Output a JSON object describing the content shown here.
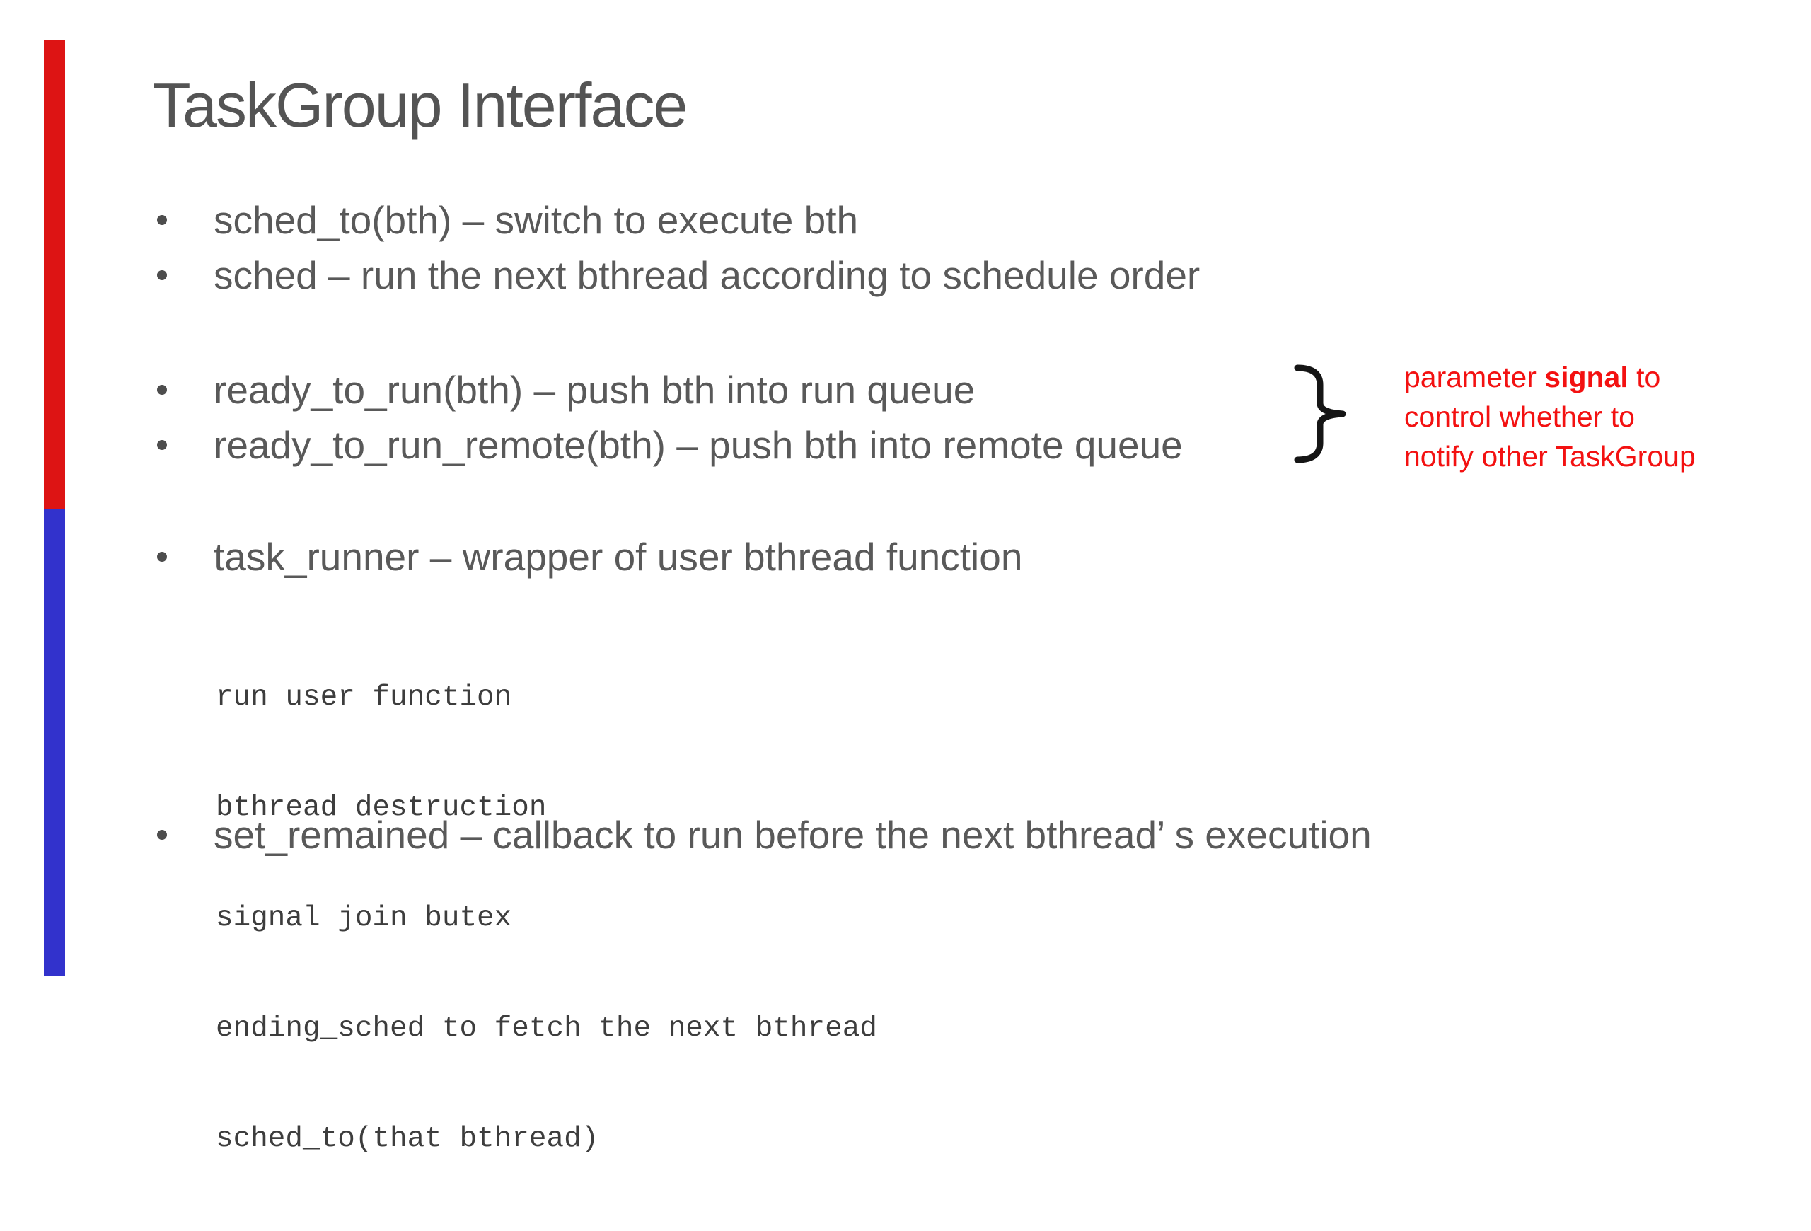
{
  "slide": {
    "title": "TaskGroup Interface",
    "bullet_groups": [
      {
        "items": [
          "sched_to(bth) – switch to execute bth",
          "sched – run the next bthread according to schedule order"
        ]
      },
      {
        "items": [
          "ready_to_run(bth) – push bth into run queue",
          "ready_to_run_remote(bth) – push bth into remote queue"
        ]
      },
      {
        "items": [
          "task_runner – wrapper of user bthread function"
        ]
      },
      {
        "items": [
          "set_remained – callback to run before the next bthread’ s execution"
        ]
      }
    ],
    "code_lines": [
      "run user function",
      "bthread destruction",
      "signal join butex",
      "ending_sched to fetch the next bthread",
      "sched_to(that bthread)"
    ],
    "annotation": {
      "line1_pre": "parameter ",
      "line1_bold": "signal",
      "line1_post": " to",
      "line2": "control whether to",
      "line3": "notify other TaskGroup"
    },
    "colors": {
      "red_bar": "#dd1414",
      "blue_bar": "#3232cc",
      "annotation_red": "#f31111",
      "text_gray": "#595959"
    }
  }
}
